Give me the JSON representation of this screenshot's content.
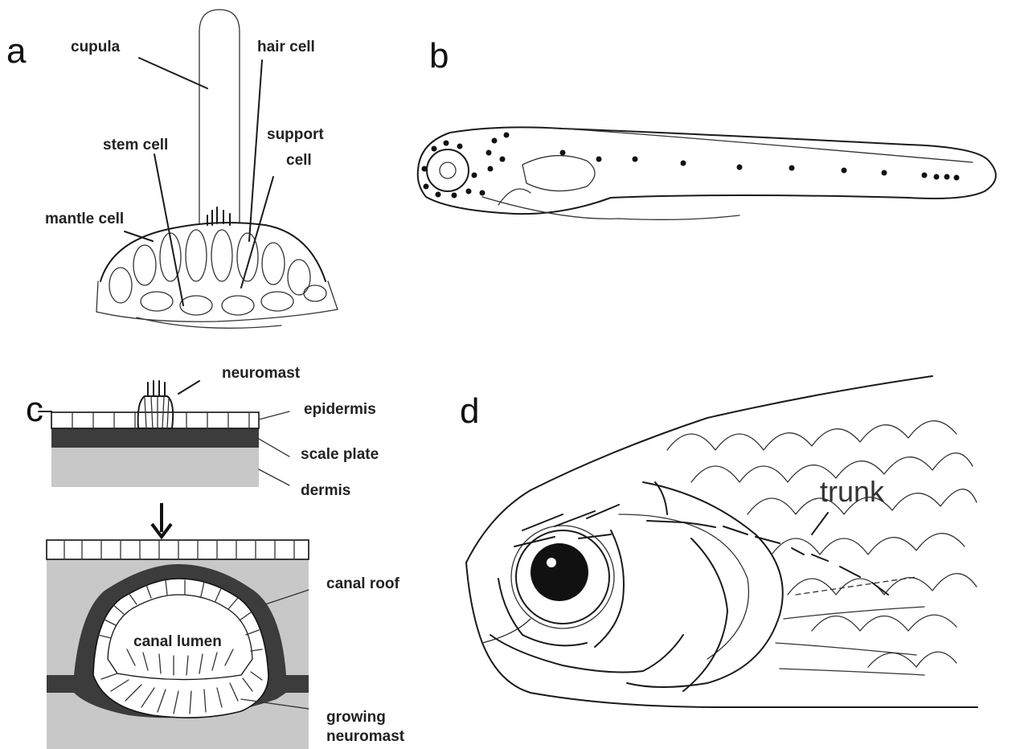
{
  "panels": {
    "a": {
      "letter": "a",
      "labels": {
        "cupula": "cupula",
        "hair_cell": "hair cell",
        "stem_cell": "stem cell",
        "support_line1": "support",
        "support_line2": "cell",
        "mantle_cell": "mantle cell"
      }
    },
    "b": {
      "letter": "b"
    },
    "c": {
      "letter": "c",
      "labels": {
        "neuromast": "neuromast",
        "epidermis": "epidermis",
        "scale_plate": "scale plate",
        "dermis": "dermis",
        "canal_roof": "canal roof",
        "canal_lumen": "canal lumen",
        "growing_line1": "growing",
        "growing_line2": "neuromast"
      }
    },
    "d": {
      "letter": "d",
      "labels": {
        "trunk": "trunk"
      }
    }
  },
  "colors": {
    "ink": "#1a1a1a",
    "dermis_gray": "#c8c8c8",
    "scale_plate_dark": "#3c3c3c",
    "background": "#ffffff"
  }
}
